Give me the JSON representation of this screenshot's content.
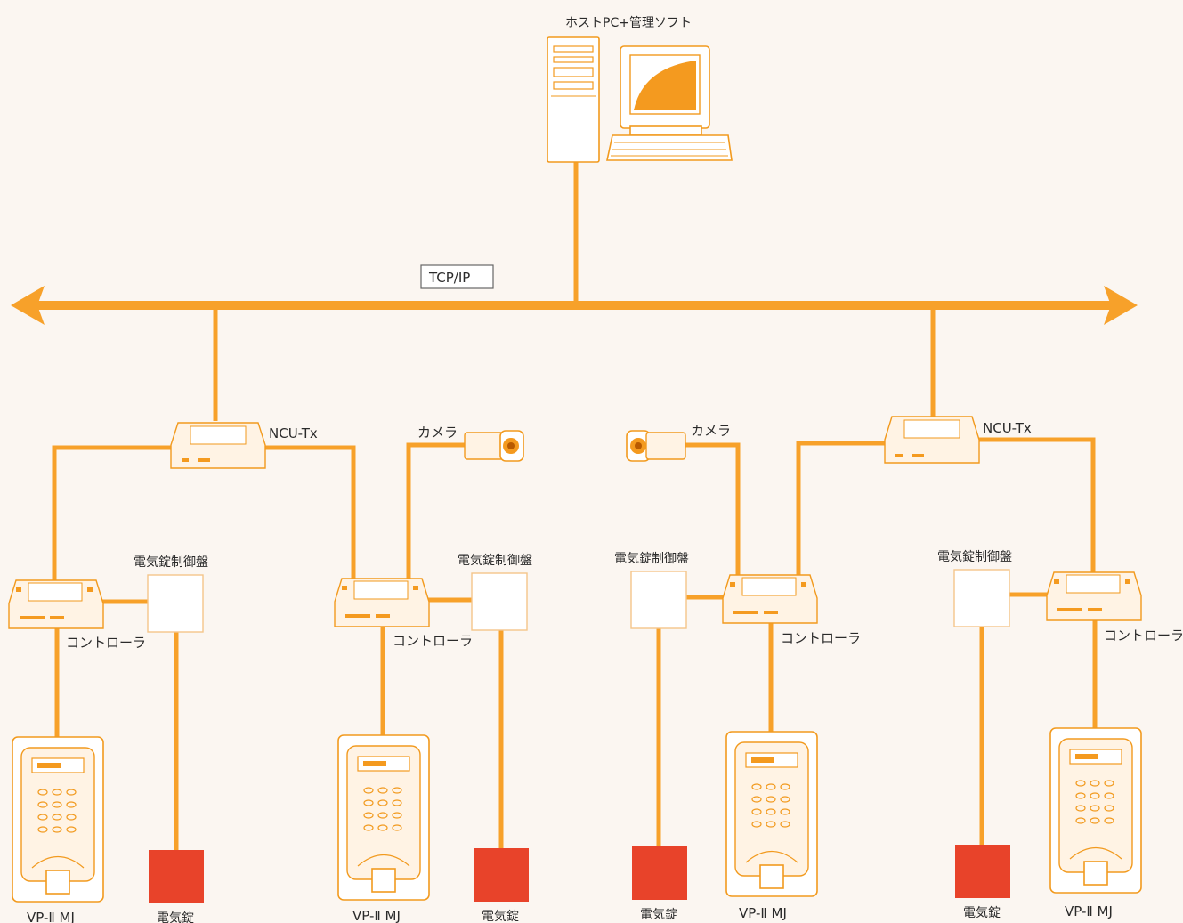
{
  "host": {
    "label": "ホストPC+管理ソフト"
  },
  "network": {
    "label": "TCP/IP"
  },
  "ncu_label": "NCU-Tx",
  "camera_label": "カメラ",
  "controller_label": "コントローラ",
  "lock_panel_label": "電気錠制御盤",
  "terminal_label": "VP-Ⅱ MJ",
  "lock_label": "電気錠",
  "colors": {
    "background": "#fbf6f1",
    "wire": "#f7a12a",
    "device_outline": "#f29a1e",
    "lock": "#e8432a"
  }
}
